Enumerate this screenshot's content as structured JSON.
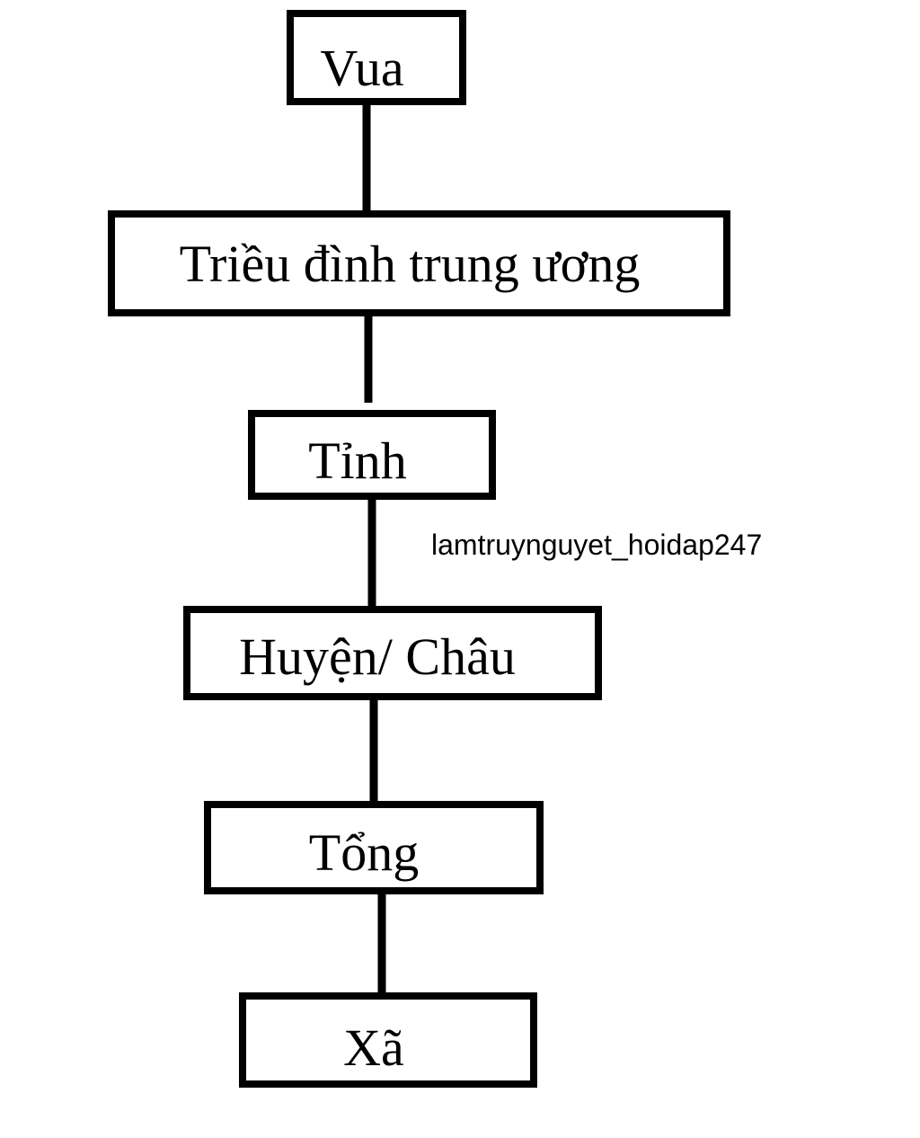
{
  "diagram": {
    "nodes": [
      {
        "id": "vua",
        "label": "Vua"
      },
      {
        "id": "trieu-dinh",
        "label": "Triều đình trung ương"
      },
      {
        "id": "tinh",
        "label": "Tỉnh"
      },
      {
        "id": "huyen-chau",
        "label": "Huyện/ Châu"
      },
      {
        "id": "tong",
        "label": "Tổng"
      },
      {
        "id": "xa",
        "label": "Xã"
      }
    ],
    "edges": [
      {
        "from": "vua",
        "to": "trieu-dinh"
      },
      {
        "from": "trieu-dinh",
        "to": "tinh"
      },
      {
        "from": "tinh",
        "to": "huyen-chau"
      },
      {
        "from": "huyen-chau",
        "to": "tong"
      },
      {
        "from": "tong",
        "to": "xa"
      }
    ],
    "watermark": "lamtruynguyet_hoidap247"
  },
  "colors": {
    "stroke": "#000000",
    "background": "#ffffff",
    "text": "#000000"
  }
}
